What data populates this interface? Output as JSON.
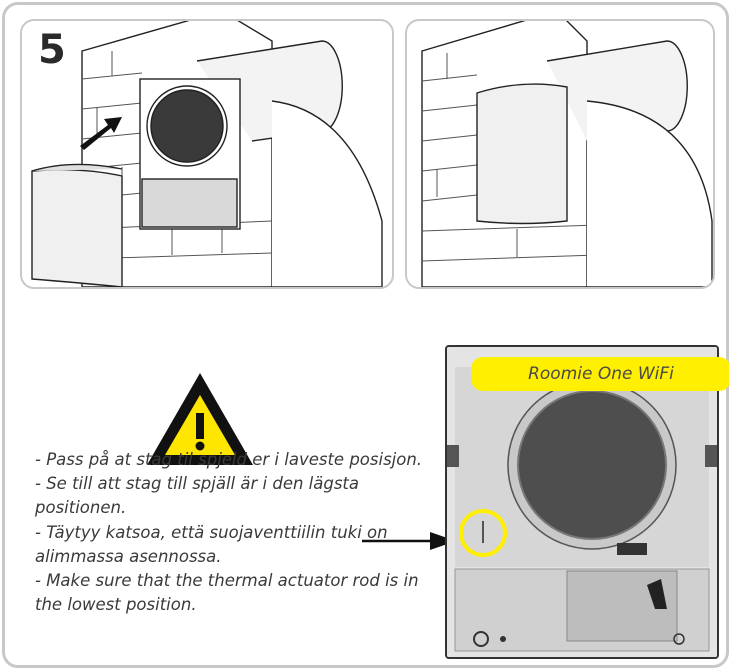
{
  "step_number": "5",
  "product_label": "Roomie One WiFi",
  "notes": [
    "- Pass på at stag til spjeld er i laveste posisjon.",
    "- Se till att stag till spjäll är i den lägsta positionen.",
    "- Täytyy katsoa, että suojaventtiilin tuki on alimmassa asennossa.",
    "- Make sure that the thermal actuator rod is in the lowest position."
  ],
  "icons": [
    "warning-triangle-icon",
    "arrow-right-icon"
  ],
  "colors": {
    "highlight": "#ffef00",
    "warning": "#ffe600",
    "frame": "#c8c8c8"
  }
}
